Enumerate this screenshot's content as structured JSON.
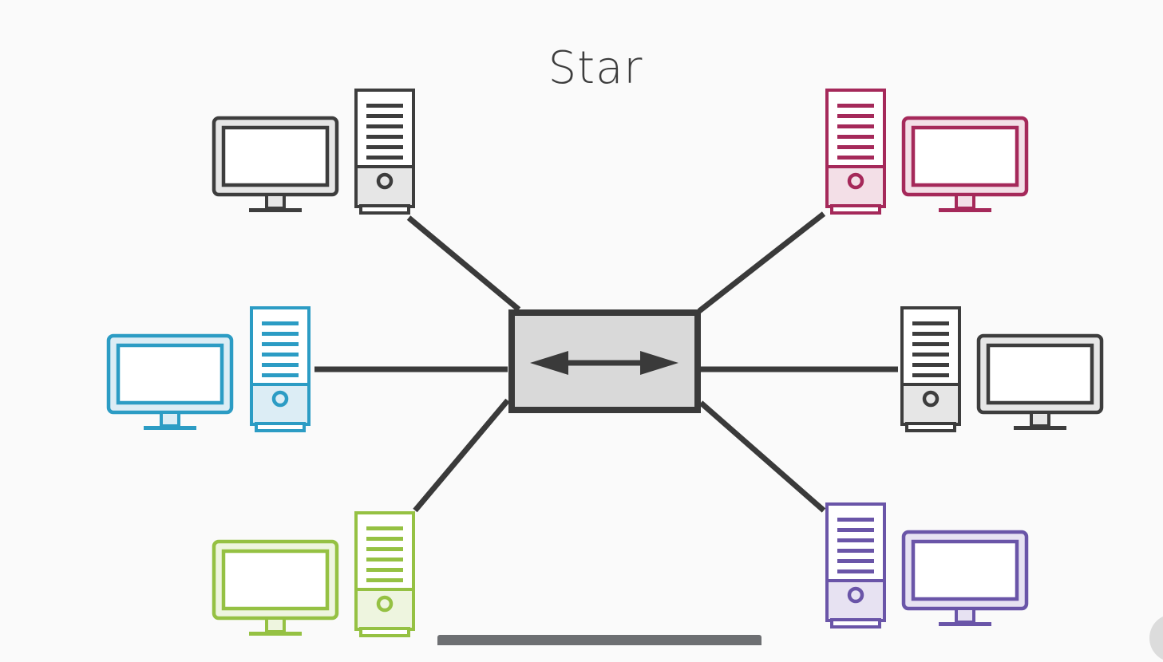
{
  "title": "Star",
  "hub": {
    "icon": "bidirectional-arrow-icon",
    "fill": "#d9d9d9",
    "stroke": "#3a3a3a"
  },
  "link_color": "#3a3a3a",
  "nodes": [
    {
      "id": "top-left",
      "color": "#3d3d3d",
      "light": "#e6e6e6",
      "monitor_side": "left"
    },
    {
      "id": "top-right",
      "color": "#a5295a",
      "light": "#f3dfe7",
      "monitor_side": "right"
    },
    {
      "id": "middle-left",
      "color": "#2c9cc4",
      "light": "#dcedf5",
      "monitor_side": "left"
    },
    {
      "id": "middle-right",
      "color": "#3d3d3d",
      "light": "#e6e6e6",
      "monitor_side": "right"
    },
    {
      "id": "bottom-left",
      "color": "#95c143",
      "light": "#eef5df",
      "monitor_side": "left"
    },
    {
      "id": "bottom-right",
      "color": "#6a55a8",
      "light": "#e7e2f2",
      "monitor_side": "right"
    }
  ]
}
